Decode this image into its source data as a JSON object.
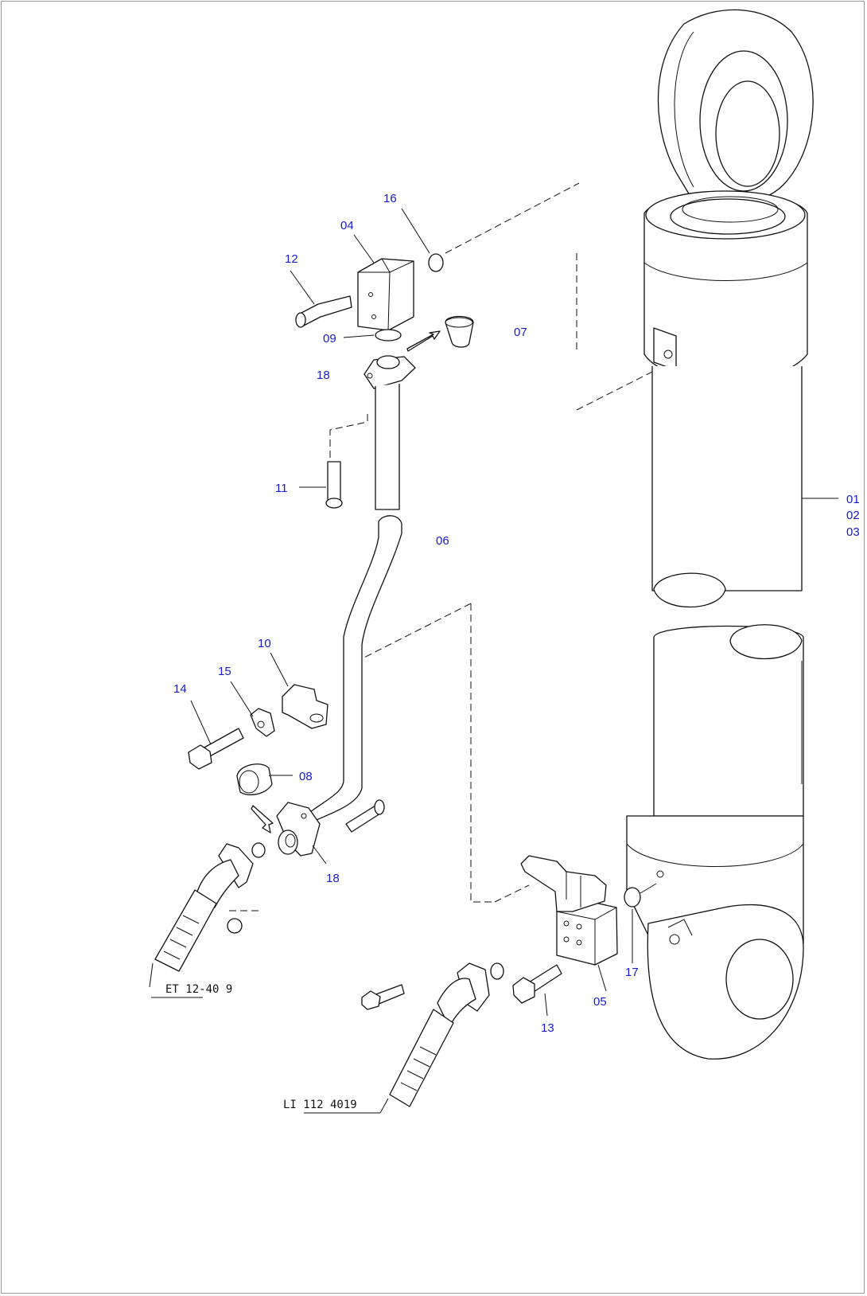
{
  "callouts": {
    "c01": "01",
    "c02": "02",
    "c03": "03",
    "c04": "04",
    "c05": "05",
    "c06": "06",
    "c07": "07",
    "c08": "08",
    "c09": "09",
    "c10": "10",
    "c11": "11",
    "c12": "12",
    "c13": "13",
    "c14": "14",
    "c15": "15",
    "c16": "16",
    "c17": "17",
    "c18a": "18",
    "c18b": "18"
  },
  "references": {
    "hose_left": "ET 12-40 9",
    "hose_bottom": "LI 112 4019"
  },
  "colors": {
    "callout": "#1a1acc",
    "line": "#111111",
    "frame": "#9a9a9a"
  }
}
